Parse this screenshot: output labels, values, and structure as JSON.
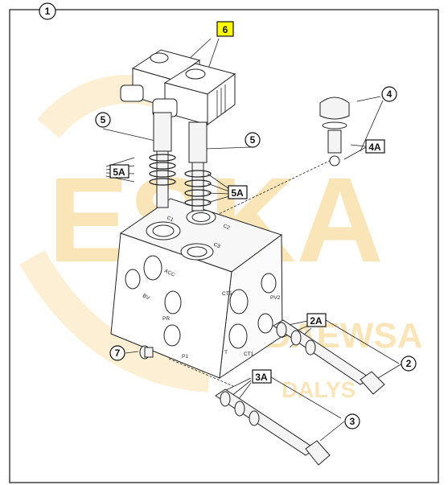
{
  "diagram": {
    "callouts": {
      "c1": "1",
      "c2": "2",
      "c2a": "2A",
      "c3": "3",
      "c3a": "3A",
      "c4": "4",
      "c4a": "4A",
      "c5_left": "5",
      "c5a_left": "5A",
      "c5_right": "5",
      "c5a_right": "5A",
      "c6": "6",
      "c7": "7"
    },
    "port_labels": {
      "c1": "C1",
      "c2": "C2",
      "c3": "C3",
      "acc": "ACC",
      "bv": "BV",
      "ct5": "CT5",
      "pv2": "PV2",
      "pr": "PR",
      "p1": "P1",
      "t": "T",
      "ct1": "CT1"
    },
    "watermark": {
      "big": "ESKA",
      "small1": "DAEWSA",
      "small2": "DALYS"
    },
    "colors": {
      "highlight": "#ffff00",
      "watermark": "#f2b63a",
      "line": "#222222"
    }
  }
}
